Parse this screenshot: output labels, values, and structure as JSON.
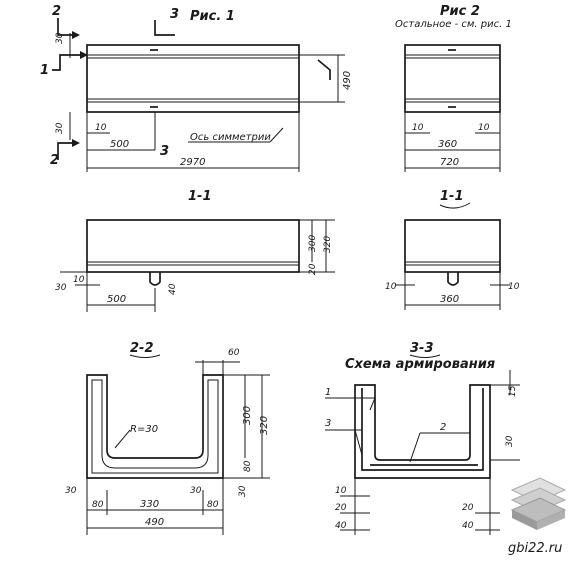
{
  "figure1": {
    "title": "Рис. 1",
    "axis_note": "Ось симметрии",
    "d30a": "30",
    "d30b": "30",
    "d10": "10",
    "d500": "500",
    "d2970": "2970",
    "d490": "490",
    "sec_1": "1",
    "sec_2a": "2",
    "sec_2b": "2",
    "sec_3a": "3",
    "sec_3b": "3"
  },
  "figure2": {
    "title": "Рис 2",
    "subtitle": "Остальное - см. рис. 1",
    "d10a": "10",
    "d10b": "10",
    "d360": "360",
    "d720": "720"
  },
  "section11_left": {
    "title": "1-1",
    "d300": "300",
    "d320": "320",
    "d20": "20",
    "d10": "10",
    "d30": "30",
    "d500": "500",
    "d40": "40"
  },
  "section11_right": {
    "title": "1-1",
    "d10a": "10",
    "d10b": "10",
    "d360": "360"
  },
  "section22": {
    "title": "2-2",
    "d60": "60",
    "radius": "R=30",
    "d300": "300",
    "d320": "320",
    "d80": "80",
    "d30a": "30",
    "d30b": "30",
    "d30c": "30",
    "d80a": "80",
    "d330": "330",
    "d80b": "80",
    "d490": "490"
  },
  "section33": {
    "title": "3-3",
    "subtitle": "Схема армирования",
    "d15": "15",
    "bar1": "1",
    "bar2": "2",
    "bar3": "3",
    "d30": "30",
    "d10": "10",
    "d20a": "20",
    "d40a": "40",
    "d20b": "20",
    "d40b": "40"
  },
  "watermark": {
    "site": "gbi22.ru"
  }
}
